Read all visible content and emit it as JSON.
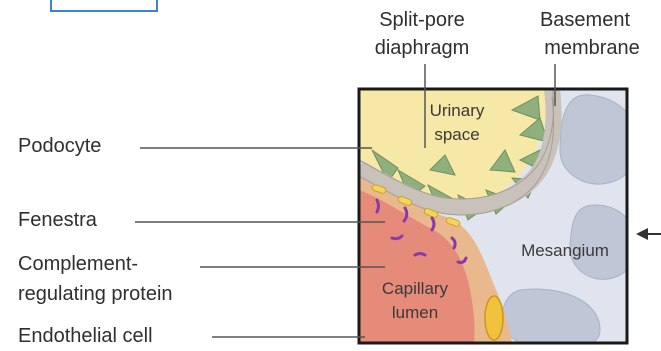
{
  "labels": {
    "split_pore_line1": "Split-pore",
    "split_pore_line2": "diaphragm",
    "basement_line1": "Basement",
    "basement_line2": "membrane",
    "podocyte": "Podocyte",
    "fenestra": "Fenestra",
    "complement_line1": "Complement-",
    "complement_line2": "regulating protein",
    "endothelial": "Endothelial cell",
    "urinary_line1": "Urinary",
    "urinary_line2": "space",
    "mesangium": "Mesangium",
    "capillary_line1": "Capillary",
    "capillary_line2": "lumen"
  },
  "colors": {
    "urinary_space": "#f6e8a6",
    "podocyte_foot": "#8fb07c",
    "basement_membrane": "#c9c2bb",
    "endothelium": "#e9b98d",
    "capillary_lumen": "#e68a7a",
    "mesangium_bg": "#dfe4ee",
    "mesangial_cell": "#bfc7d6",
    "protein": "#8a3aa8",
    "accent_tab": "#3a83d1"
  }
}
